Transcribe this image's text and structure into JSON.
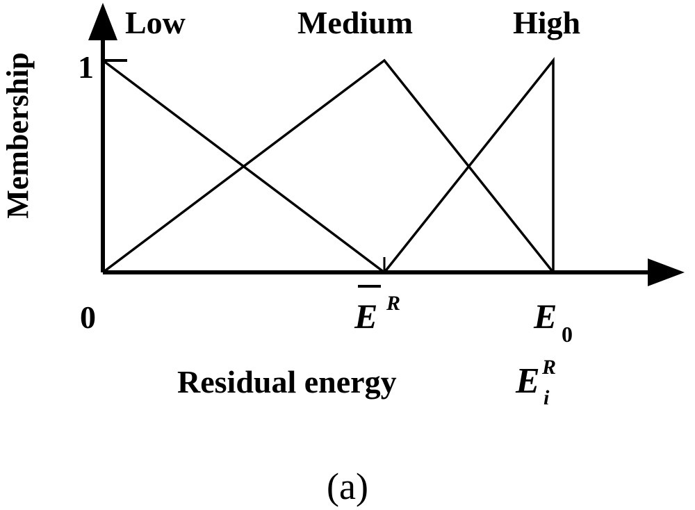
{
  "chart_data": {
    "type": "line",
    "ylabel": "Membership",
    "xlabel": "Residual energy",
    "xlabel_symbol": {
      "base": "E",
      "sup": "R",
      "sub": "i"
    },
    "x_ticks": [
      {
        "value": 0,
        "label": "0"
      },
      {
        "value": 1,
        "label": "E",
        "overbar": true,
        "sup": "R"
      },
      {
        "value": 1.6,
        "label": "E",
        "sub": "0"
      }
    ],
    "y_ticks": [
      {
        "value": 1,
        "label": "1"
      }
    ],
    "xlim": [
      0,
      2.0
    ],
    "ylim": [
      0,
      1.2
    ],
    "grid": false,
    "series": [
      {
        "name": "Low",
        "x": [
          0,
          1
        ],
        "y": [
          1,
          0
        ]
      },
      {
        "name": "Medium",
        "x": [
          0,
          1,
          1.6
        ],
        "y": [
          0,
          1,
          0
        ]
      },
      {
        "name": "High",
        "x": [
          1,
          1.6,
          1.6
        ],
        "y": [
          0,
          1,
          0
        ]
      }
    ]
  },
  "caption": "(a)",
  "colors": {
    "line": "#000000",
    "background": "#ffffff"
  }
}
